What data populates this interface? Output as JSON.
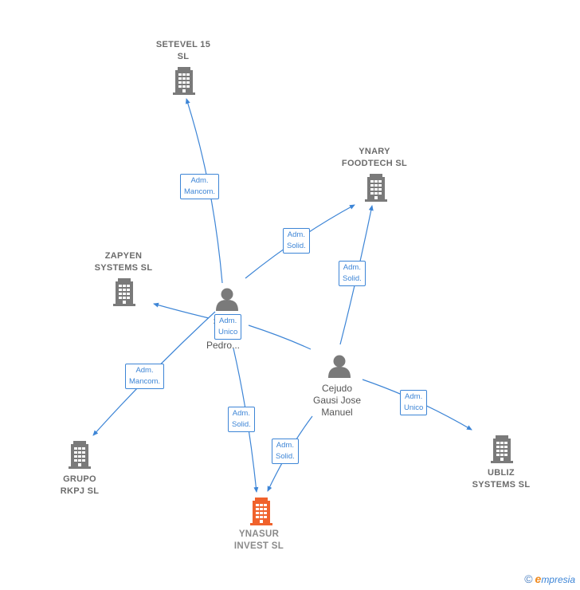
{
  "companies": {
    "setevel": "SETEVEL 15\nSL",
    "ynary": "YNARY\nFOODTECH  SL",
    "zapyen": "ZAPYEN\nSYSTEMS  SL",
    "grupo": "GRUPO\nRKPJ  SL",
    "ubliz": "UBLIZ\nSYSTEMS  SL",
    "ynasur": "YNASUR\nINVEST  SL"
  },
  "persons": {
    "pedro": "Sa...\nM...\nPedro...",
    "cejudo": "Cejudo\nGausi Jose\nManuel"
  },
  "relations": {
    "r1": "Adm.\nMancom.",
    "r2": "Adm.\nSolid.",
    "r3": "Adm.\nSolid.",
    "r4": "Adm.\nUnico",
    "r5": "Adm.\nMancom.",
    "r6": "Adm.\nSolid.",
    "r7": "Adm.\nSolid.",
    "r8": "Adm.\nUnico"
  },
  "footer": {
    "copyright": "©",
    "brand_initial": "e",
    "brand_rest": "mpresia"
  },
  "colors": {
    "edge": "#3d85d6",
    "building": "#7a7a7a",
    "focus_building": "#f0622c",
    "person": "#7a7a7a"
  }
}
